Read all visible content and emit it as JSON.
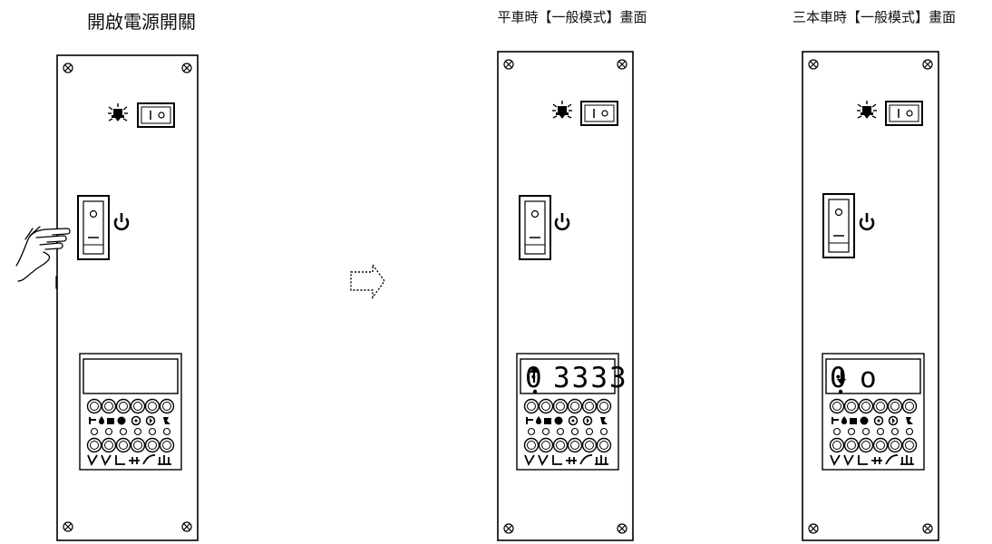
{
  "captions": {
    "panel1": "開啟電源開關",
    "panel2": "平車時【一般模式】畫面",
    "panel3": "三本車時【一般模式】畫面"
  },
  "displays": {
    "panel1": {
      "digit": "",
      "value": "",
      "arrow": ""
    },
    "panel2": {
      "digit": "0",
      "value": "3333",
      "arrow": "up"
    },
    "panel3": {
      "digit": "0",
      "value": "o",
      "arrow": "down"
    }
  },
  "icons": {
    "lamp": "lamp-icon",
    "power": "power-icon",
    "hand": "hand-pointer-icon",
    "next_arrow": "dotted-arrow-right-icon"
  }
}
